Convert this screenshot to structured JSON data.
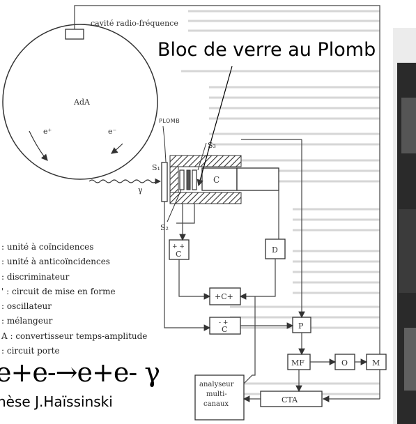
{
  "annotations": {
    "title": "Bloc de verre au Plomb",
    "reaction": "e+e-→e+e- γ",
    "thesis": "hèse J.Haïssinski"
  },
  "diagram": {
    "cavity_label": "cavité radio-fréquence",
    "ring_label": "AdA",
    "positron": "e⁺",
    "electron": "e⁻",
    "gamma": "γ",
    "lead_label": "PLOMB",
    "s1": "S₁",
    "s2": "S₂",
    "s3": "S₃",
    "c_box": "C",
    "coinc_top": "+ +",
    "coinc_bottom": "C",
    "d_box": "D",
    "cplus_box": "+C+",
    "anti_top": "- +",
    "anti_bottom": "C",
    "p_box": "P",
    "mf_box": "MF",
    "o_box": "O",
    "m_box": "M",
    "cta_box": "CTA",
    "analyzer_line1": "analyseur",
    "analyzer_line2": "multi-",
    "analyzer_line3": "canaux"
  },
  "legend": [
    ": unité à coïncidences",
    ": unité à anticoïncidences",
    ": discriminateur",
    "' : circuit de mise en forme",
    ": oscillateur",
    ": mélangeur",
    "A : convertisseur temps-amplitude",
    ": circuit porte"
  ],
  "colors": {
    "ink": "#333333",
    "line": "#555555",
    "photo": "#1a1a1a"
  }
}
